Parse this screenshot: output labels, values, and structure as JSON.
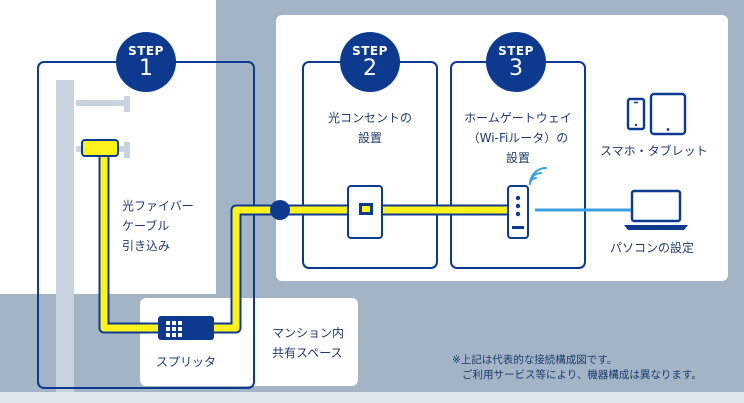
{
  "steps": [
    {
      "word": "STEP",
      "number": "1"
    },
    {
      "word": "STEP",
      "number": "2"
    },
    {
      "word": "STEP",
      "number": "3"
    }
  ],
  "labels": {
    "fiber": "光ファイバー\nケーブル\n引き込み",
    "outlet": "光コンセントの\n設置",
    "gateway": "ホームゲートウェイ\n（Wi-Fiルータ）の\n設置",
    "smartphone": "スマホ・タブレット",
    "pc": "パソコンの設定",
    "splitter": "スプリッタ",
    "shared_space": "マンション内\n共有スペース",
    "note_line1": "※上記は代表的な接続構成図です。",
    "note_line2": "ご利用サービス等により、機器構成は異なります。"
  },
  "colors": {
    "navy": "#0d3a8f",
    "panel_gray": "#a3b4c7",
    "cable_yellow": "#fff11a",
    "lan_blue": "#3aa2e0"
  },
  "icons": [
    "building-icon",
    "outlet-icon",
    "router-icon",
    "wifi-icon",
    "smartphone-icon",
    "tablet-icon",
    "laptop-icon",
    "splitter-icon"
  ]
}
